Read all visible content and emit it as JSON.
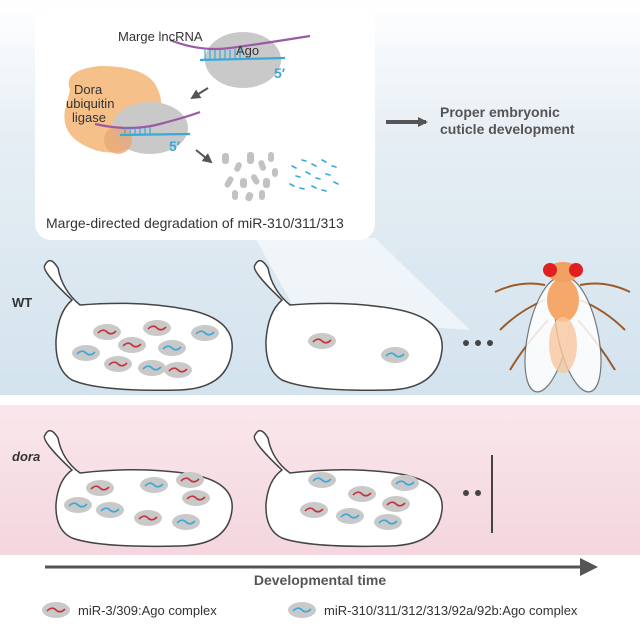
{
  "inset": {
    "lncrna_label": "Marge lncRNA",
    "ago_label": "Ago",
    "five_prime_top": "5′",
    "five_prime_bottom": "5′",
    "ligase_line1": "Dora",
    "ligase_line2": "ubiquitin",
    "ligase_line3": "ligase",
    "caption": "Marge-directed degradation of miR-310/311/313"
  },
  "outcome": {
    "line1": "Proper embryonic",
    "line2": "cuticle development"
  },
  "rows": {
    "wt_label": "WT",
    "dora_label": "dora"
  },
  "axis": {
    "label": "Developmental time"
  },
  "legend": {
    "item1": "miR-3/309:Ago complex",
    "item2": "miR-310/311/312/313/92a/92b:Ago complex"
  },
  "colors": {
    "wt_band": "#dce8f0",
    "dora_band": "#f6dde3",
    "complex_fill": "#c9c9c9",
    "mir3_red": "#c8323c",
    "mir310_blue": "#3aa8d8",
    "lncrna_purple": "#9b5aa6",
    "ligase_orange": "#f5c08a",
    "arrow_gray": "#555555"
  }
}
